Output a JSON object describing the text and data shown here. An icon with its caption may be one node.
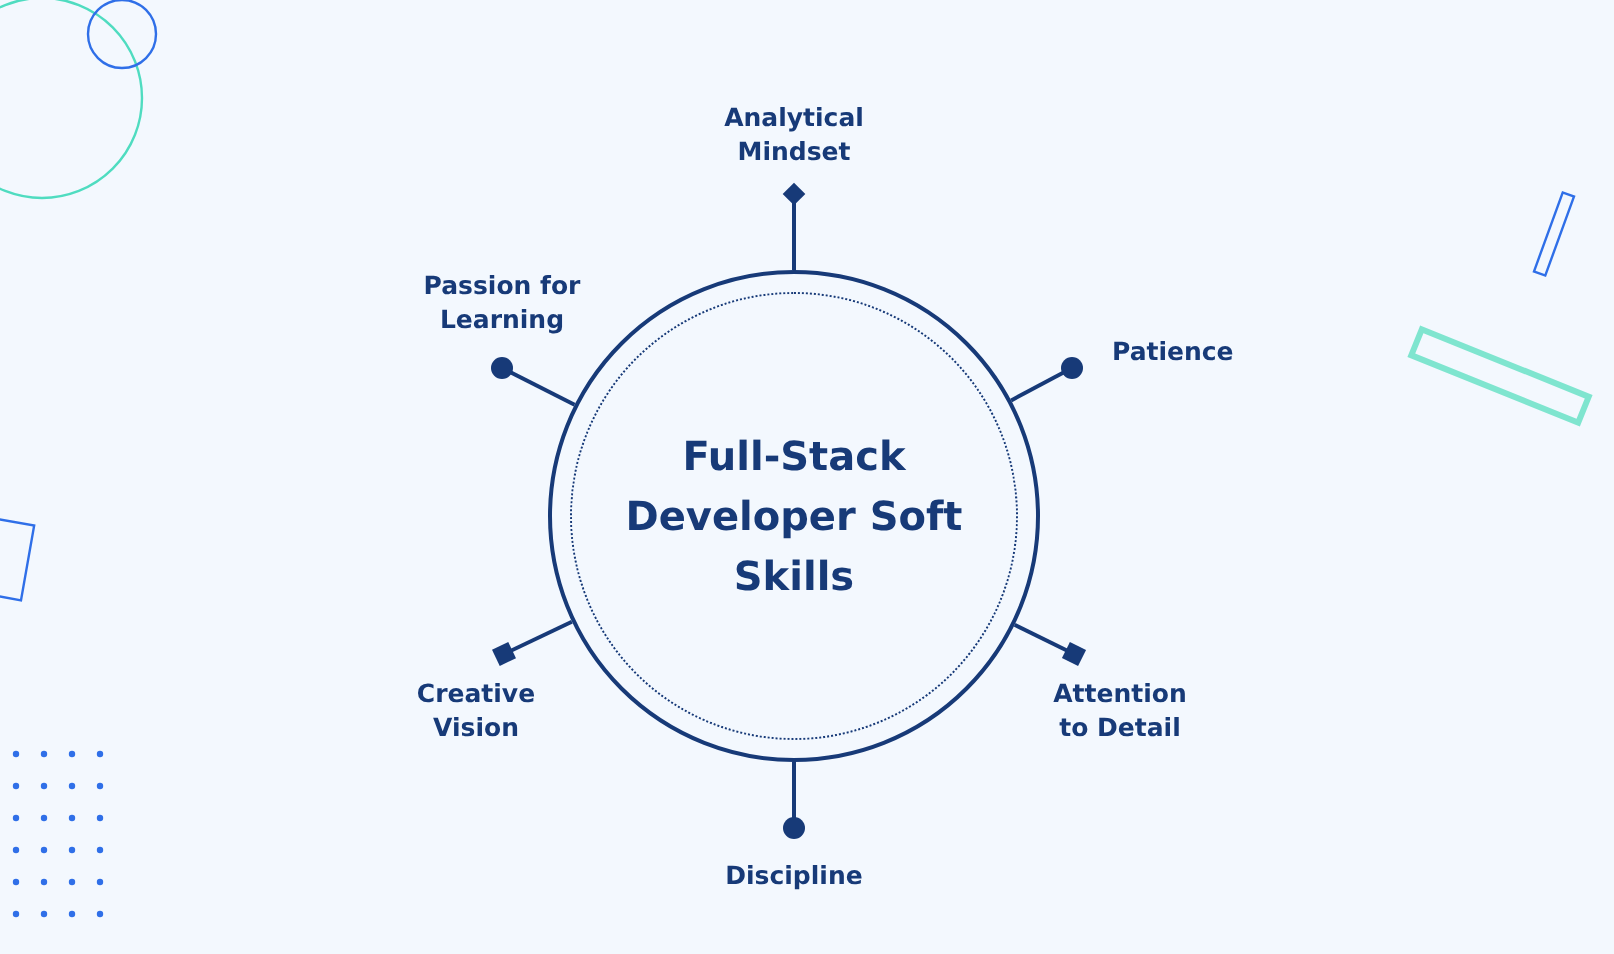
{
  "diagram": {
    "nodes": [
      {
        "text": [
          "Full-Stack Developer Soft Skills"
        ]
      },
      {
        "text": [
          "Analytical Mindset"
        ]
      },
      {
        "text": [
          "Passion for Learning"
        ]
      },
      {
        "text": [
          "Patience"
        ]
      },
      {
        "text": [
          "Creative Vision"
        ]
      },
      {
        "text": [
          "Attention to Detail"
        ]
      },
      {
        "text": [
          "Discipline"
        ]
      }
    ],
    "edges": [
      {
        "from": 0,
        "to": 1,
        "arrow": "other"
      },
      {
        "from": 0,
        "to": 2,
        "arrow": "other"
      },
      {
        "from": 0,
        "to": 3,
        "arrow": "other"
      },
      {
        "from": 0,
        "to": 4,
        "arrow": "other"
      },
      {
        "from": 0,
        "to": 5,
        "arrow": "other"
      },
      {
        "from": 0,
        "to": 6,
        "arrow": "other"
      }
    ]
  }
}
